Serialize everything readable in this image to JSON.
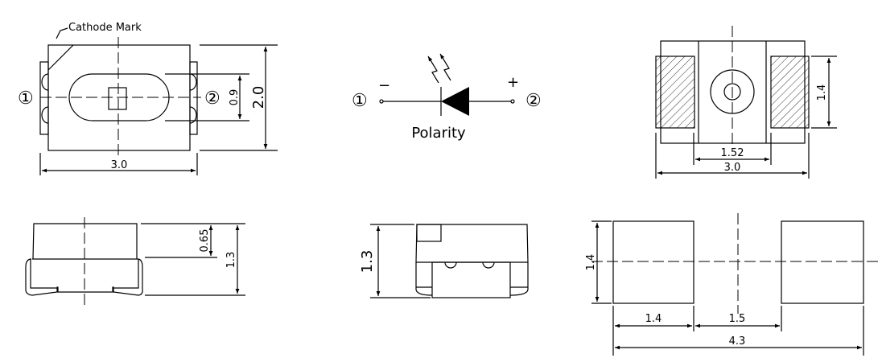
{
  "top_view": {
    "cathode_label": "Cathode Mark",
    "pin1": "①",
    "pin2": "②",
    "dim_width": "3.0",
    "dim_height": "2.0",
    "dim_lens": "0.9"
  },
  "polarity": {
    "title": "Polarity",
    "pin1": "①",
    "pin2": "②",
    "minus": "−",
    "plus": "+"
  },
  "bottom_view": {
    "dim_pad": "1.4",
    "dim_gap": "1.52",
    "dim_width": "3.0"
  },
  "side_view": {
    "dim_lens": "0.65",
    "dim_height": "1.3"
  },
  "end_view": {
    "dim_height": "1.3"
  },
  "footprint": {
    "dim_pad_h": "1.4",
    "dim_pad_w": "1.4",
    "dim_gap": "1.5",
    "dim_total": "4.3"
  }
}
